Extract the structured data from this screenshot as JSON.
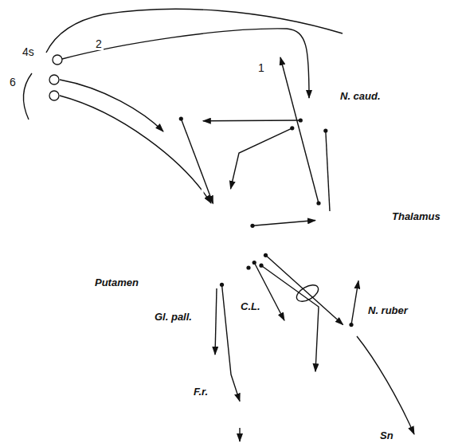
{
  "diagram": {
    "nodes": [
      {
        "text": [
          "N. caud."
        ]
      },
      {
        "text": [
          "Putamen"
        ]
      },
      {
        "text": [
          "Gl. pall."
        ]
      },
      {
        "text": [
          "Thalamus"
        ]
      },
      {
        "text": [
          "C.L."
        ]
      },
      {
        "text": [
          "N. ruber"
        ]
      },
      {
        "text": [
          "F.r."
        ]
      },
      {
        "text": [
          "Sn"
        ]
      }
    ],
    "edges": [
      {
        "from": 0,
        "to": 1,
        "arrow": "to"
      },
      {
        "from": 0,
        "to": 2,
        "arrow": "to"
      },
      {
        "from": 1,
        "to": 2,
        "arrow": "to"
      },
      {
        "from": 0,
        "to": 3,
        "arrow": "none"
      },
      {
        "from": 2,
        "to": 3,
        "arrow": "to"
      },
      {
        "from": 2,
        "to": 4,
        "arrow": "to"
      },
      {
        "from": 2,
        "to": 7,
        "arrow": "to"
      },
      {
        "from": 2,
        "to": 5,
        "arrow": "to"
      },
      {
        "from": 2,
        "to": 6,
        "arrow": "to"
      },
      {
        "from": 5,
        "to": 3,
        "arrow": "to"
      }
    ],
    "labels": [
      "4s",
      "6",
      "2",
      "1"
    ]
  }
}
